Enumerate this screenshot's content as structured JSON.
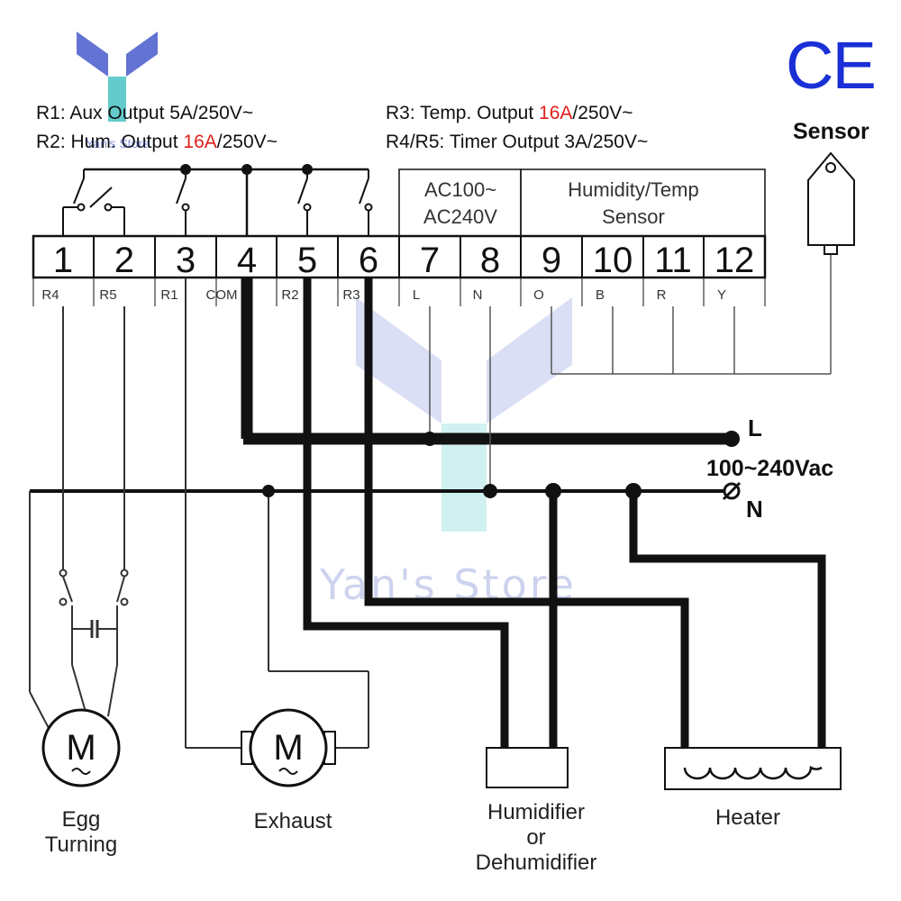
{
  "watermark": {
    "store_name": "Yan's Store",
    "small_text": "Yan's Store"
  },
  "outputs": {
    "r1": {
      "prefix": "R1: Aux Output 5A/250V~"
    },
    "r2": {
      "prefix": "R2: Hum. Output ",
      "highlight": "16A",
      "suffix": "/250V~"
    },
    "r3": {
      "prefix": "R3: Temp. Output ",
      "highlight": "16A",
      "suffix": "/250V~"
    },
    "r45": {
      "prefix": "R4/R5: Timer  Output 3A/250V~"
    },
    "highlight_color": "#e0201b"
  },
  "ce_mark": "CE",
  "sensor_label": "Sensor",
  "power_group": {
    "line1": "AC100~",
    "line2": "AC240V"
  },
  "sensor_group": {
    "line1": "Humidity/Temp",
    "line2": "Sensor"
  },
  "terminals": {
    "numbers": [
      "1",
      "2",
      "3",
      "4",
      "5",
      "6",
      "7",
      "8",
      "9",
      "10",
      "11",
      "12"
    ],
    "labels": [
      "R4",
      "R5",
      "R1",
      "COM",
      "R2",
      "R3",
      "L",
      "N",
      "O",
      "B",
      "R",
      "Y"
    ]
  },
  "supply": {
    "line_label": "L",
    "neutral_label": "N",
    "voltage_label": "100~240Vac"
  },
  "devices": {
    "motor_symbol": "M",
    "egg_turning": {
      "line1": "Egg",
      "line2": "Turning"
    },
    "exhaust": "Exhaust",
    "humidifier": {
      "line1": "Humidifier",
      "line2": "or",
      "line3": "Dehumidifier"
    },
    "heater": "Heater"
  }
}
